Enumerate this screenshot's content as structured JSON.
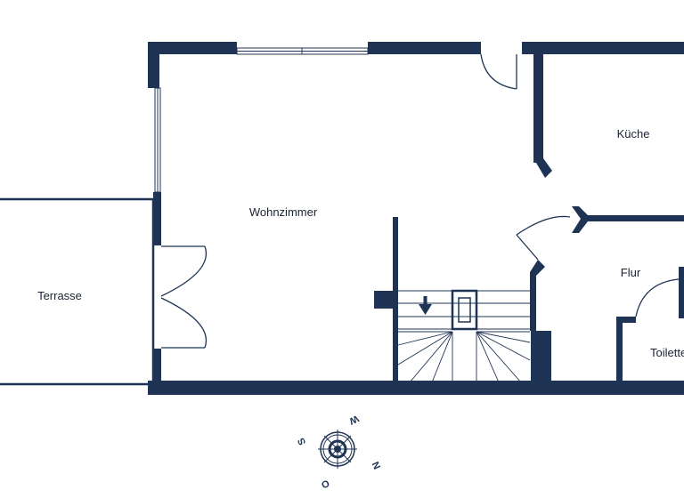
{
  "floorplan": {
    "wall_color": "#1f3454",
    "background": "#ffffff",
    "rooms": [
      {
        "id": "wohnzimmer",
        "label": "Wohnzimmer"
      },
      {
        "id": "kueche",
        "label": "Küche"
      },
      {
        "id": "terrasse",
        "label": "Terrasse"
      },
      {
        "id": "flur",
        "label": "Flur"
      },
      {
        "id": "toilette",
        "label": "Toilette"
      }
    ],
    "compass": {
      "letters": [
        "N",
        "O",
        "S",
        "W"
      ],
      "icon": "compass-rose-icon"
    },
    "staircase": {
      "direction": "down",
      "icon": "arrow-down-icon"
    }
  }
}
